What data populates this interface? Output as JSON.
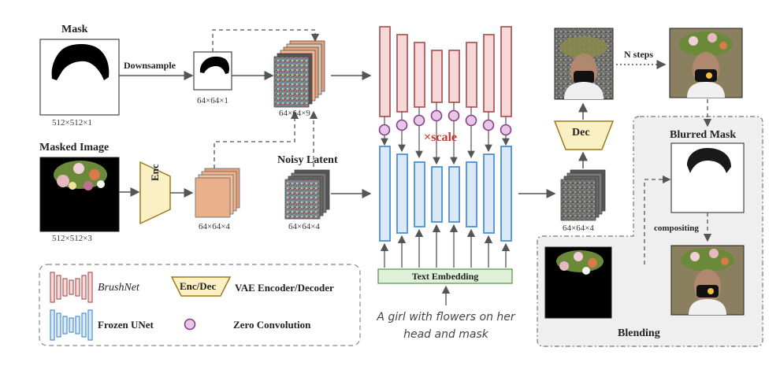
{
  "labels": {
    "mask_title": "Mask",
    "mask_dim": "512×512×1",
    "downsample": "Downsample",
    "mask_small_dim": "64×64×1",
    "concat_dim": "64×64×9",
    "masked_image_title": "Masked Image",
    "masked_image_dim": "512×512×3",
    "enc": "Enc",
    "latent_dim": "64×64×4",
    "noisy_latent_title": "Noisy Latent",
    "noisy_latent_dim": "64×64×4",
    "scale": "×scale",
    "text_embedding": "Text Embedding",
    "prompt": "A girl with flowers on her head and mask",
    "output_latent_dim": "64×64×4",
    "dec": "Dec",
    "n_steps": "N steps",
    "blurred_mask": "Blurred Mask",
    "compositing": "compositing",
    "blending": "Blending"
  },
  "legend": {
    "brushnet": "BrushNet",
    "enc_dec": "Enc/Dec",
    "vae": "VAE Encoder/Decoder",
    "frozen_unet": "Frozen UNet",
    "zero_conv": "Zero Convolution"
  },
  "colors": {
    "brushnet_fill": "#f6d8d8",
    "brushnet_stroke": "#b25a5a",
    "unet_fill": "#dbe9f7",
    "unet_stroke": "#4a90d9",
    "zero_conv_fill": "#e6c8e6",
    "zero_conv_stroke": "#8a3b8a",
    "encdec_fill": "#fbf0c4",
    "encdec_stroke": "#9a7a1a",
    "text_embed_fill": "#dff0d8",
    "text_embed_stroke": "#5a8a4a",
    "scale_text": "#c0392b",
    "blend_panel": "#efefef"
  },
  "icons": [
    "mask-image",
    "masked-image",
    "noise-latent-stack",
    "girl-photo",
    "blurred-mask-image"
  ]
}
